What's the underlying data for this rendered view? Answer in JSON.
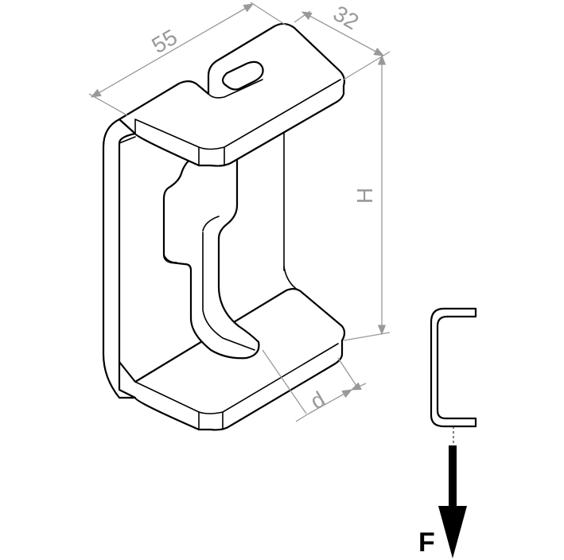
{
  "dimensions": {
    "length": "55",
    "width": "32",
    "height": "H",
    "thickness": "d"
  },
  "force_label": "F",
  "colors": {
    "outline": "#000000",
    "dimension": "#999999"
  }
}
